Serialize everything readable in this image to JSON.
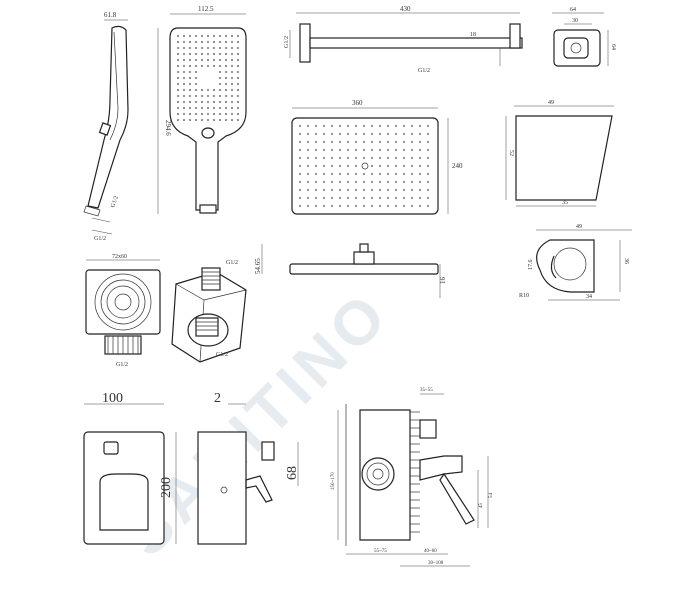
{
  "watermark": "SANITINO",
  "labels": {
    "handshower_depth": "61.8",
    "handshower_width": "112.5",
    "handshower_length": "294.6",
    "hose_thread_a": "G1/2",
    "hose_thread_b": "G1/2",
    "arm_length": "430",
    "arm_wall_thread": "G1/2",
    "arm_diameter": "18",
    "arm_head_thread": "G1/2",
    "flange_outer": "64",
    "flange_inner": "30",
    "flange_height": "64",
    "head_width": "360",
    "head_depth": "240",
    "head_side_height": "54.65",
    "head_thickness": "16",
    "holder_top": "49",
    "holder_height": "52",
    "holder_bottom": "35",
    "bracket_top": "49",
    "bracket_height": "36",
    "bracket_offset": "17.6",
    "bracket_radius": "R10",
    "bracket_bottom": "34",
    "outlet_width": "72x60",
    "outlet_thread_top": "G1/2",
    "outlet_thread_bottom": "G1/2",
    "outlet_thread_side": "G1/2",
    "plate_width": "100",
    "plate_height": "200",
    "plate_depth": "2",
    "lever_height": "68",
    "box_top": "35~55",
    "box_depth_a": "55~75",
    "box_depth_b": "40~60",
    "box_total": "30~100",
    "box_height": "150~170",
    "box_dim_right": "45",
    "box_dim_right2": "54"
  }
}
